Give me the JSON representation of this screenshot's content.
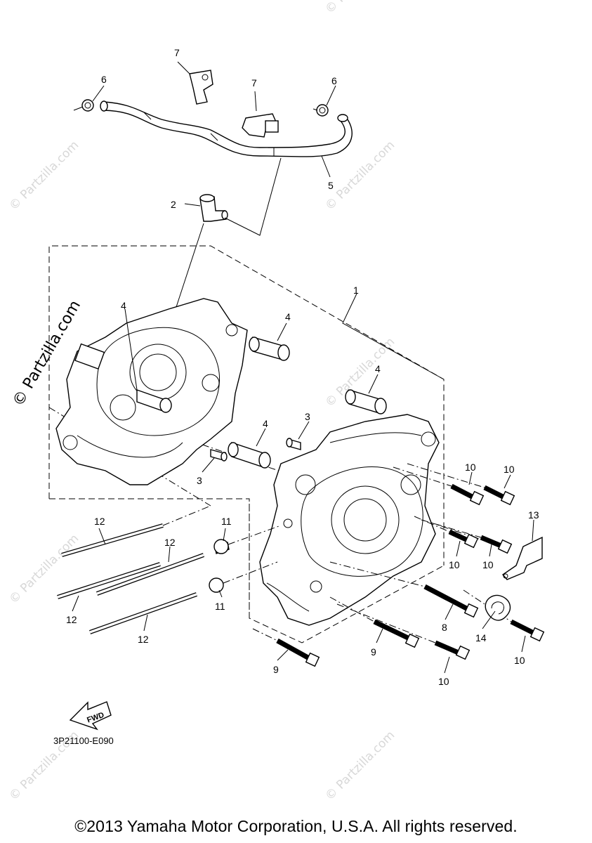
{
  "watermark": {
    "side_text": "© Partzilla.com",
    "tile_text": "© Partzilla.com"
  },
  "callouts": [
    "1",
    "2",
    "3",
    "3",
    "4",
    "4",
    "4",
    "4",
    "5",
    "6",
    "6",
    "7",
    "7",
    "8",
    "9",
    "9",
    "10",
    "10",
    "10",
    "10",
    "10",
    "10",
    "11",
    "11",
    "12",
    "12",
    "12",
    "12",
    "13",
    "14"
  ],
  "fwd_label": "FWD",
  "diagram_code": "3P21100-E090",
  "copyright": "©2013 Yamaha Motor Corporation, U.S.A. All rights reserved."
}
